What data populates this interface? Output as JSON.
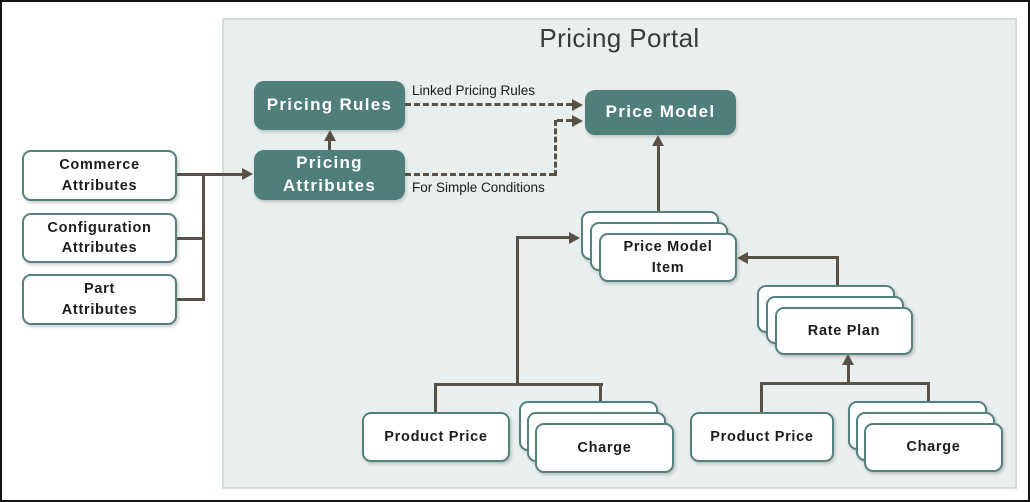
{
  "title": "Pricing Portal",
  "external": {
    "commerce": {
      "label": "Commerce\nAttributes"
    },
    "configuration": {
      "label": "Configuration\nAttributes"
    },
    "part": {
      "label": "Part\nAttributes"
    }
  },
  "portal": {
    "pricing_rules": {
      "label": "Pricing Rules"
    },
    "pricing_attributes": {
      "label": "Pricing\nAttributes"
    },
    "price_model": {
      "label": "Price Model"
    },
    "price_model_item": {
      "label": "Price Model\nItem"
    },
    "rate_plan": {
      "label": "Rate Plan"
    },
    "product_price": {
      "label": "Product Price"
    },
    "charge": {
      "label": "Charge"
    }
  },
  "edge_labels": {
    "linked_pricing_rules": "Linked Pricing Rules",
    "for_simple_conditions": "For Simple Conditions"
  },
  "colors": {
    "node_teal": "#4f7e7b",
    "portal_background": "#e9efee",
    "portal_border": "#d3dedc",
    "connector": "#595146",
    "white_node_border": "#54807d",
    "node_text_dark": "#1d1d1d",
    "node_text_light": "#ffffff",
    "title_text": "#3b3b3b",
    "outer_border": "#141414"
  }
}
